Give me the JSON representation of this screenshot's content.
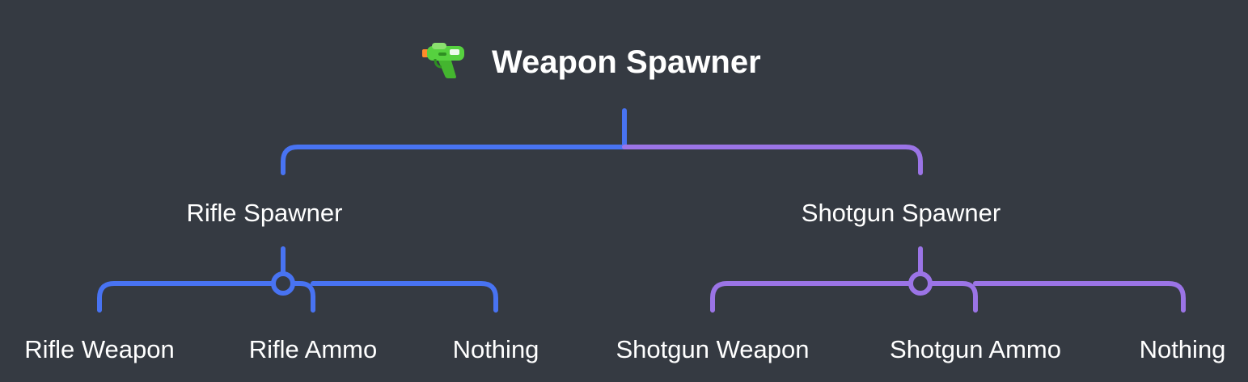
{
  "root": {
    "title": "Weapon Spawner",
    "icon": "water-pistol-icon"
  },
  "branches": [
    {
      "label": "Rifle Spawner",
      "color": "#4873f2",
      "children": [
        "Rifle Weapon",
        "Rifle Ammo",
        "Nothing"
      ]
    },
    {
      "label": "Shotgun Spawner",
      "color": "#9b74e6",
      "children": [
        "Shotgun Weapon",
        "Shotgun Ammo",
        "Nothing"
      ]
    }
  ],
  "colors": {
    "background": "#353a42",
    "text": "#ffffff"
  }
}
